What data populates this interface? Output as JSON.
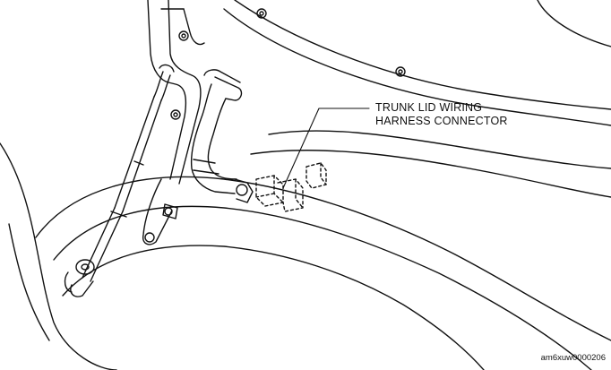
{
  "callout": {
    "line1": "TRUNK LID WIRING",
    "line2": "HARNESS CONNECTOR"
  },
  "figure_id": "am6xuw0000206",
  "colors": {
    "line": "#111111",
    "background": "#ffffff"
  }
}
